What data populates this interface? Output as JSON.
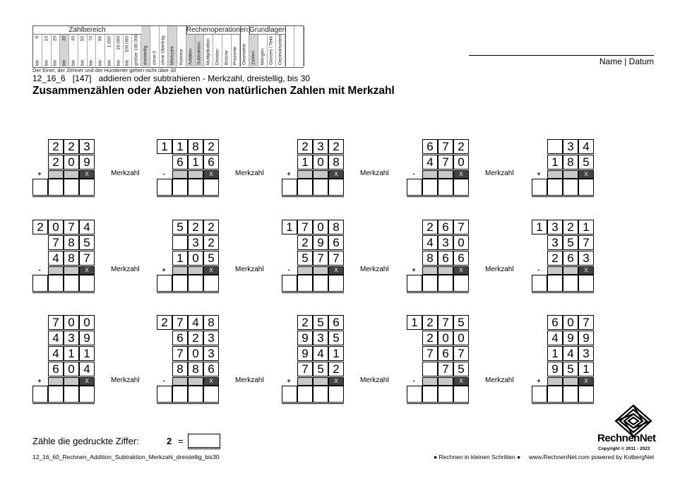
{
  "header": {
    "groups": [
      {
        "title": "Zahlbereich",
        "cols": [
          {
            "top": "9",
            "bot": "bis"
          },
          {
            "top": "10",
            "bot": "bis"
          },
          {
            "top": "20",
            "bot": "bis"
          },
          {
            "top": "30",
            "bot": "bis",
            "shade": true
          },
          {
            "top": "40",
            "bot": "bis"
          },
          {
            "top": "50",
            "bot": "bis"
          },
          {
            "top": "70",
            "bot": "bis"
          },
          {
            "top": "99",
            "bot": "bis"
          },
          {
            "top": "1.000",
            "bot": "bis"
          },
          {
            "top": "10.000",
            "bot": "bis"
          },
          {
            "top": "100.000",
            "bot": "bis"
          },
          {
            "top": "",
            "bot": "größer 100.000"
          }
        ]
      },
      {
        "title": "",
        "cols": [
          {
            "top": "",
            "bot": "dreistellig",
            "shade": true
          },
          {
            "top": "",
            "bot": "ohne 0"
          },
          {
            "top": "",
            "bot": "ohne Übertrag"
          },
          {
            "top": "",
            "bot": "Merkzahl",
            "shade": true
          },
          {
            "top": "",
            "bot": "Komma"
          }
        ]
      },
      {
        "title": "Rechenoperationen",
        "cols": [
          {
            "top": "",
            "bot": "Addition",
            "shade": true
          },
          {
            "top": "",
            "bot": "Subtraktion",
            "shade": true
          },
          {
            "top": "",
            "bot": "Multiplikation"
          },
          {
            "top": "",
            "bot": "Division"
          },
          {
            "top": "",
            "bot": "Brüche"
          },
          {
            "top": "",
            "bot": "Prozente"
          }
        ]
      },
      {
        "title": "",
        "cols": [
          {
            "top": "",
            "bot": "Geometrie"
          }
        ]
      },
      {
        "title": "Grundlagen",
        "cols": [
          {
            "top": "",
            "bot": "Zahlen",
            "shade": true
          },
          {
            "top": "",
            "bot": "Mengen"
          },
          {
            "top": "",
            "bot": "Ganzes / Teile"
          },
          {
            "top": "",
            "bot": "Dezimalsystem"
          }
        ]
      },
      {
        "title": "",
        "cols": [
          {
            "top": "",
            "bot": ""
          },
          {
            "top": "",
            "bot": ""
          }
        ]
      }
    ],
    "hint": "Der Einer, der Zehner und der Hunderter gehen nicht über 30",
    "code": "12_16_6",
    "number": "[147]",
    "subtitle": "addieren oder subtrahieren - Merkzahl, dreistellig, bis 30",
    "title": "Zusammenzählen oder Abziehen von natürlichen Zahlen mit Merkzahl",
    "name_label": "Name | Datum"
  },
  "merkzahl_label": "Merkzahl",
  "carry_mark": "X",
  "problems": [
    {
      "rows": [
        {
          "op": "",
          "d": [
            "",
            "2",
            "2",
            "3"
          ]
        },
        {
          "op": "+",
          "d": [
            "",
            "2",
            "0",
            "9"
          ]
        }
      ],
      "cop": "+"
    },
    {
      "rows": [
        {
          "op": "",
          "d": [
            "1",
            "1",
            "8",
            "2"
          ]
        },
        {
          "op": "-",
          "d": [
            "",
            "6",
            "1",
            "6"
          ]
        }
      ],
      "cop": "-"
    },
    {
      "rows": [
        {
          "op": "",
          "d": [
            "",
            "2",
            "3",
            "2"
          ]
        },
        {
          "op": "+",
          "d": [
            "",
            "1",
            "0",
            "8"
          ]
        }
      ],
      "cop": "+"
    },
    {
      "rows": [
        {
          "op": "",
          "d": [
            "",
            "6",
            "7",
            "2"
          ]
        },
        {
          "op": "-",
          "d": [
            "",
            "4",
            "7",
            "0"
          ]
        }
      ],
      "cop": "-"
    },
    {
      "rows": [
        {
          "op": "",
          "d": [
            "",
            "",
            "3",
            "4"
          ]
        },
        {
          "op": "+",
          "d": [
            "",
            "1",
            "8",
            "5"
          ]
        }
      ],
      "cop": "+"
    },
    {
      "rows": [
        {
          "op": "",
          "d": [
            "2",
            "0",
            "7",
            "4"
          ]
        },
        {
          "op": "-",
          "d": [
            "",
            "7",
            "8",
            "5"
          ]
        },
        {
          "op": "-",
          "d": [
            "",
            "4",
            "8",
            "7"
          ]
        }
      ],
      "cop": "-"
    },
    {
      "rows": [
        {
          "op": "",
          "d": [
            "",
            "5",
            "2",
            "2"
          ]
        },
        {
          "op": "+",
          "d": [
            "",
            "",
            "3",
            "2"
          ]
        },
        {
          "op": "+",
          "d": [
            "",
            "1",
            "0",
            "5"
          ]
        }
      ],
      "cop": "+"
    },
    {
      "rows": [
        {
          "op": "",
          "d": [
            "1",
            "7",
            "0",
            "8"
          ]
        },
        {
          "op": "-",
          "d": [
            "",
            "2",
            "9",
            "6"
          ]
        },
        {
          "op": "-",
          "d": [
            "",
            "5",
            "7",
            "7"
          ]
        }
      ],
      "cop": "-"
    },
    {
      "rows": [
        {
          "op": "",
          "d": [
            "",
            "2",
            "6",
            "7"
          ]
        },
        {
          "op": "+",
          "d": [
            "",
            "4",
            "3",
            "0"
          ]
        },
        {
          "op": "+",
          "d": [
            "",
            "8",
            "6",
            "6"
          ]
        }
      ],
      "cop": "+"
    },
    {
      "rows": [
        {
          "op": "",
          "d": [
            "1",
            "3",
            "2",
            "1"
          ]
        },
        {
          "op": "-",
          "d": [
            "",
            "3",
            "5",
            "7"
          ]
        },
        {
          "op": "-",
          "d": [
            "",
            "2",
            "6",
            "3"
          ]
        }
      ],
      "cop": "-"
    },
    {
      "rows": [
        {
          "op": "",
          "d": [
            "",
            "7",
            "0",
            "0"
          ]
        },
        {
          "op": "+",
          "d": [
            "",
            "4",
            "3",
            "9"
          ]
        },
        {
          "op": "+",
          "d": [
            "",
            "4",
            "1",
            "1"
          ]
        },
        {
          "op": "+",
          "d": [
            "",
            "6",
            "0",
            "4"
          ]
        }
      ],
      "cop": "+"
    },
    {
      "rows": [
        {
          "op": "",
          "d": [
            "2",
            "7",
            "4",
            "8"
          ]
        },
        {
          "op": "-",
          "d": [
            "",
            "6",
            "2",
            "3"
          ]
        },
        {
          "op": "-",
          "d": [
            "",
            "7",
            "0",
            "3"
          ]
        },
        {
          "op": "-",
          "d": [
            "",
            "8",
            "8",
            "6"
          ]
        }
      ],
      "cop": "-"
    },
    {
      "rows": [
        {
          "op": "",
          "d": [
            "",
            "2",
            "5",
            "6"
          ]
        },
        {
          "op": "+",
          "d": [
            "",
            "9",
            "3",
            "5"
          ]
        },
        {
          "op": "+",
          "d": [
            "",
            "9",
            "4",
            "1"
          ]
        },
        {
          "op": "+",
          "d": [
            "",
            "7",
            "5",
            "2"
          ]
        }
      ],
      "cop": "+"
    },
    {
      "rows": [
        {
          "op": "",
          "d": [
            "1",
            "2",
            "7",
            "5"
          ]
        },
        {
          "op": "-",
          "d": [
            "",
            "2",
            "0",
            "0"
          ]
        },
        {
          "op": "-",
          "d": [
            "",
            "7",
            "6",
            "7"
          ]
        },
        {
          "op": "-",
          "d": [
            "",
            "",
            "7",
            "5"
          ]
        }
      ],
      "cop": "-"
    },
    {
      "rows": [
        {
          "op": "",
          "d": [
            "",
            "6",
            "0",
            "7"
          ]
        },
        {
          "op": "+",
          "d": [
            "",
            "4",
            "9",
            "9"
          ]
        },
        {
          "op": "+",
          "d": [
            "",
            "1",
            "4",
            "3"
          ]
        },
        {
          "op": "+",
          "d": [
            "",
            "9",
            "5",
            "1"
          ]
        }
      ],
      "cop": "+"
    }
  ],
  "count": {
    "label": "Zähle die gedruckte Ziffer:",
    "digit": "2",
    "equals": "="
  },
  "footer": {
    "left": "12_16_60_Rechnen_Addition_Subtraktion_Merkzahl_dreistellig_bis30",
    "middle": "● Rechnen in kleinen Schritten ●",
    "right": "www.RechnenNet.com powered by KolbergNet",
    "logo": "RechnenNet",
    "copyright": "Copyright © 2011 - 2023"
  }
}
